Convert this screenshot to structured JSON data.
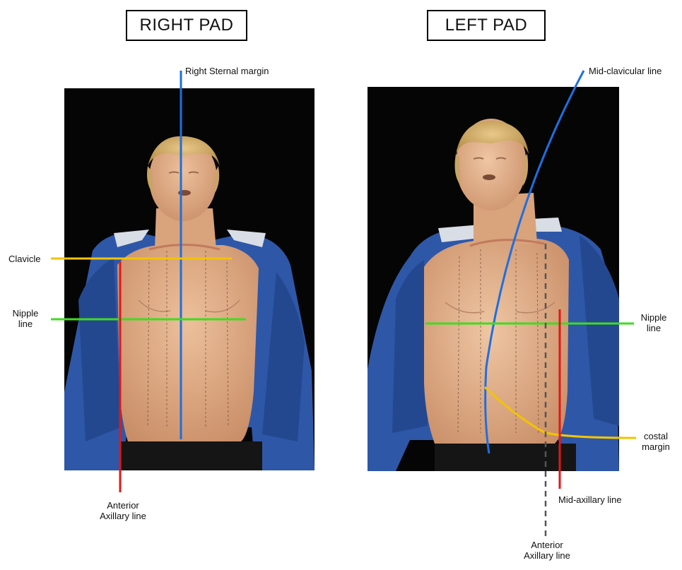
{
  "right_panel": {
    "title": "RIGHT PAD",
    "labels": {
      "sternal": "Right Sternal margin",
      "clavicle": "Clavicle",
      "nipple_1": "Nipple",
      "nipple_2": "line",
      "anterior_1": "Anterior",
      "anterior_2": "Axillary line"
    }
  },
  "left_panel": {
    "title": "LEFT PAD",
    "labels": {
      "midclavicular": "Mid-clavicular line",
      "nipple_1": "Nipple",
      "nipple_2": "line",
      "costal_1": "costal",
      "costal_2": "margin",
      "midaxillary": "Mid-axillary line",
      "anterior_1": "Anterior",
      "anterior_2": "Axillary line"
    }
  },
  "colors": {
    "sternal_line": "#1e6fe0",
    "clavicle_line": "#f2c400",
    "nipple_line": "#3fdc1e",
    "axillary_line": "#e01818",
    "dashed_line": "#555555",
    "skin": "#e2b08a",
    "jacket": "#2e57a8",
    "background": "#050505"
  }
}
